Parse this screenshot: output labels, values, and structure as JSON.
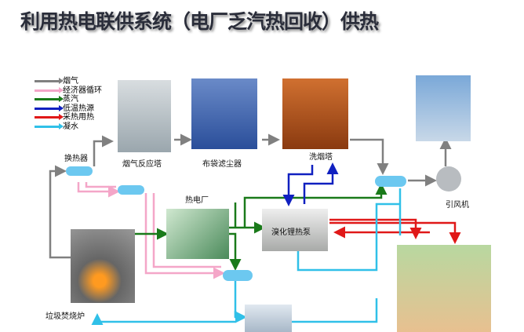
{
  "title": "利用热电联供系统（电厂乏汽热回收）供热",
  "legend": [
    {
      "label": "烟气",
      "color": "#808080"
    },
    {
      "label": "经济器循环",
      "color": "#f4a6c8"
    },
    {
      "label": "蒸汽",
      "color": "#1a7a1a"
    },
    {
      "label": "低温热源",
      "color": "#1020c0"
    },
    {
      "label": "采热用热",
      "color": "#e01818"
    },
    {
      "label": "凝水",
      "color": "#30c0e8"
    }
  ],
  "components": {
    "heat_exchanger": "换热器",
    "flue_reactor": "烟气反应塔",
    "bag_filter": "布袋滤尘器",
    "scrubber": "洗烟塔",
    "power_plant": "热电厂",
    "heat_pump": "溴化锂热泵",
    "fan": "引风机",
    "incinerator": "垃圾焚烧炉"
  }
}
